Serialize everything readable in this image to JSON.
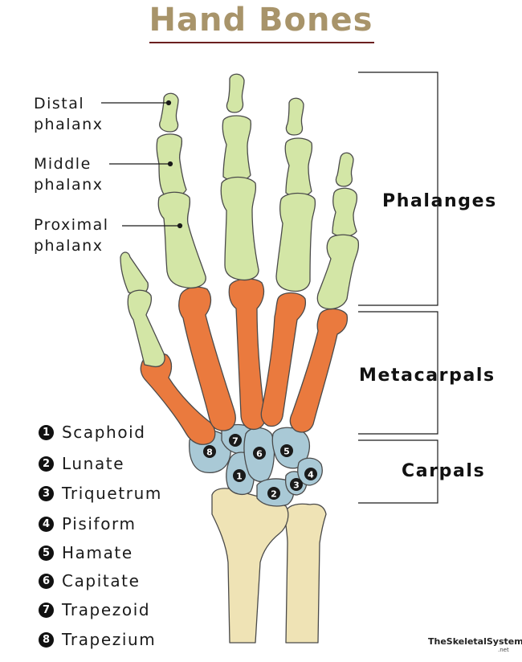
{
  "title": "Hand Bones",
  "phalanx_labels": {
    "distal": [
      "Distal",
      "phalanx"
    ],
    "middle": [
      "Middle",
      "phalanx"
    ],
    "proximal": [
      "Proximal",
      "phalanx"
    ]
  },
  "groups": {
    "phalanges": "Phalanges",
    "metacarpals": "Metacarpals",
    "carpals": "Carpals"
  },
  "carpal_legend": [
    {
      "num": "1",
      "name": "Scaphoid"
    },
    {
      "num": "2",
      "name": "Lunate"
    },
    {
      "num": "3",
      "name": "Triquetrum"
    },
    {
      "num": "4",
      "name": "Pisiform"
    },
    {
      "num": "5",
      "name": "Hamate"
    },
    {
      "num": "6",
      "name": "Capitate"
    },
    {
      "num": "7",
      "name": "Trapezoid"
    },
    {
      "num": "8",
      "name": "Trapezium"
    }
  ],
  "brand": {
    "name": "TheSkeletalSystem",
    "suffix": ".net"
  },
  "colors": {
    "title": "#a8946a",
    "phalanges": "#d3e6a6",
    "metacarpals": "#ea7a3e",
    "carpals": "#a9c9d6",
    "forearm": "#efe3b5",
    "outline": "#4a4a4a"
  }
}
